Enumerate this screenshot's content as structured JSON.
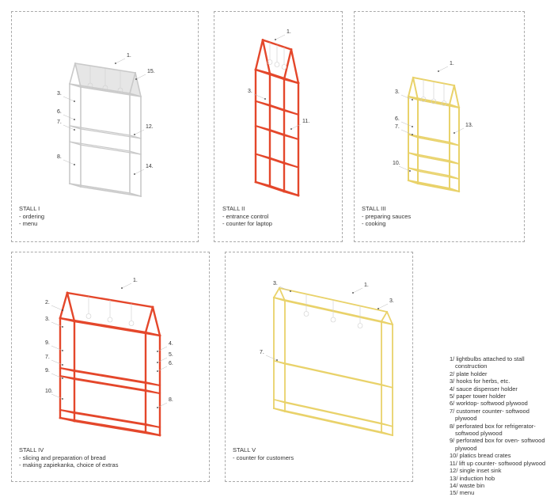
{
  "colors": {
    "grey": "#c9c9c9",
    "red": "#e4472b",
    "yellow": "#e9d26a",
    "leader": "#bbbbbb"
  },
  "stalls": [
    {
      "title": "STALL I",
      "lines": [
        "- ordering",
        "- menu"
      ],
      "color": "grey",
      "callouts": [
        "1.",
        "15.",
        "3.",
        "6.",
        "7.",
        "12.",
        "8.",
        "14."
      ]
    },
    {
      "title": "STALL II",
      "lines": [
        "- entrance control",
        "- counter for laptop"
      ],
      "color": "red",
      "callouts": [
        "1.",
        "3.",
        "11."
      ]
    },
    {
      "title": "STALL III",
      "lines": [
        "- preparing sauces",
        "- cooking"
      ],
      "color": "yellow",
      "callouts": [
        "1.",
        "3.",
        "6.",
        "7.",
        "13.",
        "10."
      ]
    },
    {
      "title": "STALL IV",
      "lines": [
        "- slicing and preparation of bread",
        "- making zapiekanka, choice of extras"
      ],
      "color": "red",
      "callouts": [
        "1.",
        "2.",
        "3.",
        "9.",
        "7.",
        "9.",
        "10.",
        "4.",
        "5.",
        "6.",
        "8."
      ]
    },
    {
      "title": "STALL V",
      "lines": [
        "- counter for customers"
      ],
      "color": "yellow",
      "callouts": [
        "3.",
        "1.",
        "3.",
        "7."
      ]
    }
  ],
  "legend": [
    "1/ lightbulbs attached to stall construction",
    "2/ plate holder",
    "3/ hooks for herbs, etc.",
    "4/ sauce dispenser holder",
    "5/ paper tower holder",
    "6/ worktop- softwood plywood",
    "7/ customer counter- softwood plywood",
    "8/ perforated box for refrigerator- softwood plywood",
    "9/ perforated box for oven- softwood plywood",
    "10/ platics bread crates",
    "11/ lift up counter- softwood plywood",
    "12/ single inset sink",
    "13/ induction hob",
    "14/ waste bin",
    "15/ menu"
  ]
}
